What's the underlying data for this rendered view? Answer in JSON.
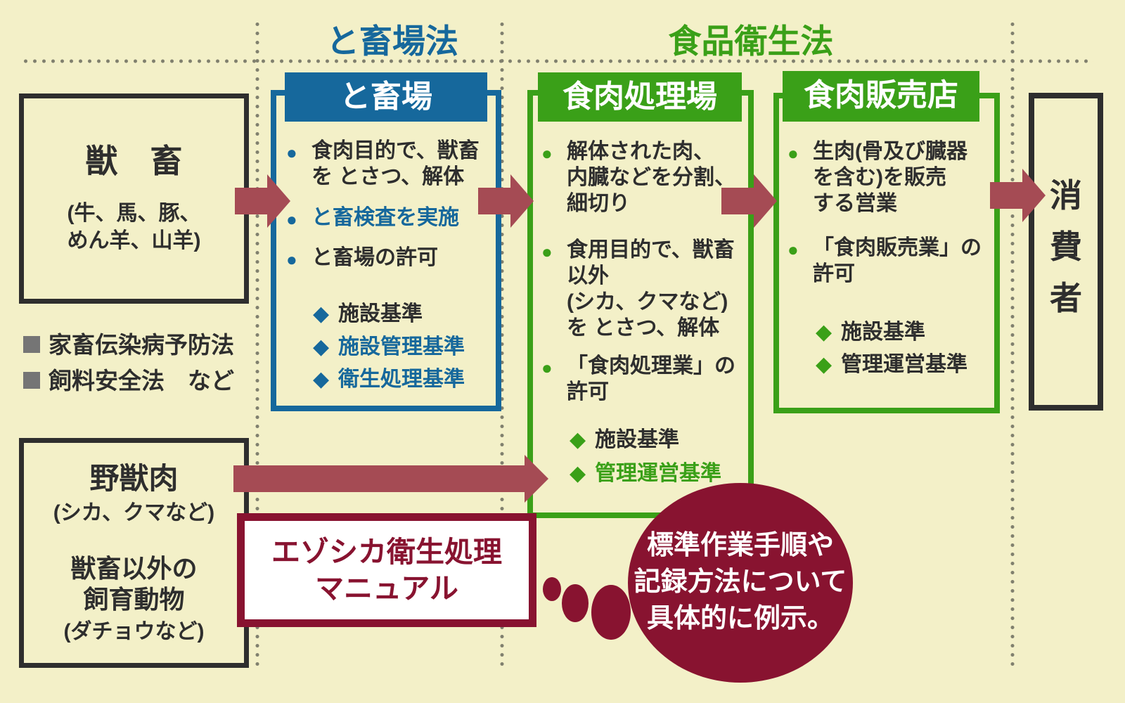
{
  "colors": {
    "background": "#f3f0c8",
    "blue": "#16689c",
    "green": "#3aa018",
    "arrow_red": "#a54b54",
    "maroon": "#881330",
    "frame_black": "#2e2e2e",
    "bullet_gray": "#757575",
    "dotted_line_gray": "#80806e"
  },
  "bullets": {
    "circle": "●",
    "diamond": "◆",
    "square": "■"
  },
  "law_headers": {
    "slaughterhouse_act": "と畜場法",
    "food_sanitation_act": "食品衛生法"
  },
  "livestock_box": {
    "title": "獣　畜",
    "subtitle_lines": [
      "(牛、馬、豚、",
      "めん羊、山羊)"
    ]
  },
  "related_laws": [
    {
      "label": "家畜伝染病予防法"
    },
    {
      "label": "飼料安全法　など"
    }
  ],
  "wild_meat_box": {
    "title": "野獣肉",
    "subtitle": "(シカ、クマなど)",
    "line2": "獣畜以外の",
    "line3": "飼育動物",
    "line4": "(ダチョウなど)"
  },
  "slaughterhouse_box": {
    "header": "と畜場",
    "items": [
      {
        "lines": [
          "食肉目的で、獣畜",
          "を とさつ、解体"
        ]
      },
      {
        "lines": [
          "と畜検査を実施"
        ]
      },
      {
        "lines": [
          "と畜場の許可"
        ]
      },
      {
        "lines": [
          "施設基準"
        ]
      },
      {
        "lines": [
          "施設管理基準"
        ]
      },
      {
        "lines": [
          "衛生処理基準"
        ]
      }
    ]
  },
  "processing_box": {
    "header": "食肉処理場",
    "items": [
      {
        "lines": [
          "解体された肉、",
          "内臓などを分割、",
          "細切り"
        ]
      },
      {
        "lines": [
          "食用目的で、獣畜",
          "以外",
          "(シカ、クマなど)",
          "を とさつ、解体"
        ]
      },
      {
        "lines": [
          "「食肉処理業」の",
          "許可"
        ]
      },
      {
        "lines": [
          "施設基準"
        ]
      },
      {
        "lines": [
          "管理運営基準"
        ]
      }
    ]
  },
  "retail_box": {
    "header": "食肉販売店",
    "items": [
      {
        "lines": [
          "生肉(骨及び臓器",
          "を含む)を販売",
          "する営業"
        ]
      },
      {
        "lines": [
          "「食肉販売業」の",
          "許可"
        ]
      },
      {
        "lines": [
          "施設基準"
        ]
      },
      {
        "lines": [
          "管理運営基準"
        ]
      }
    ]
  },
  "consumer_box": {
    "chars": [
      "消",
      "費",
      "者"
    ]
  },
  "manual_box": {
    "lines": [
      "エゾシカ衛生処理",
      "マニュアル"
    ]
  },
  "callout": {
    "lines": [
      "標準作業手順や",
      "記録方法について",
      "具体的に例示。"
    ]
  }
}
